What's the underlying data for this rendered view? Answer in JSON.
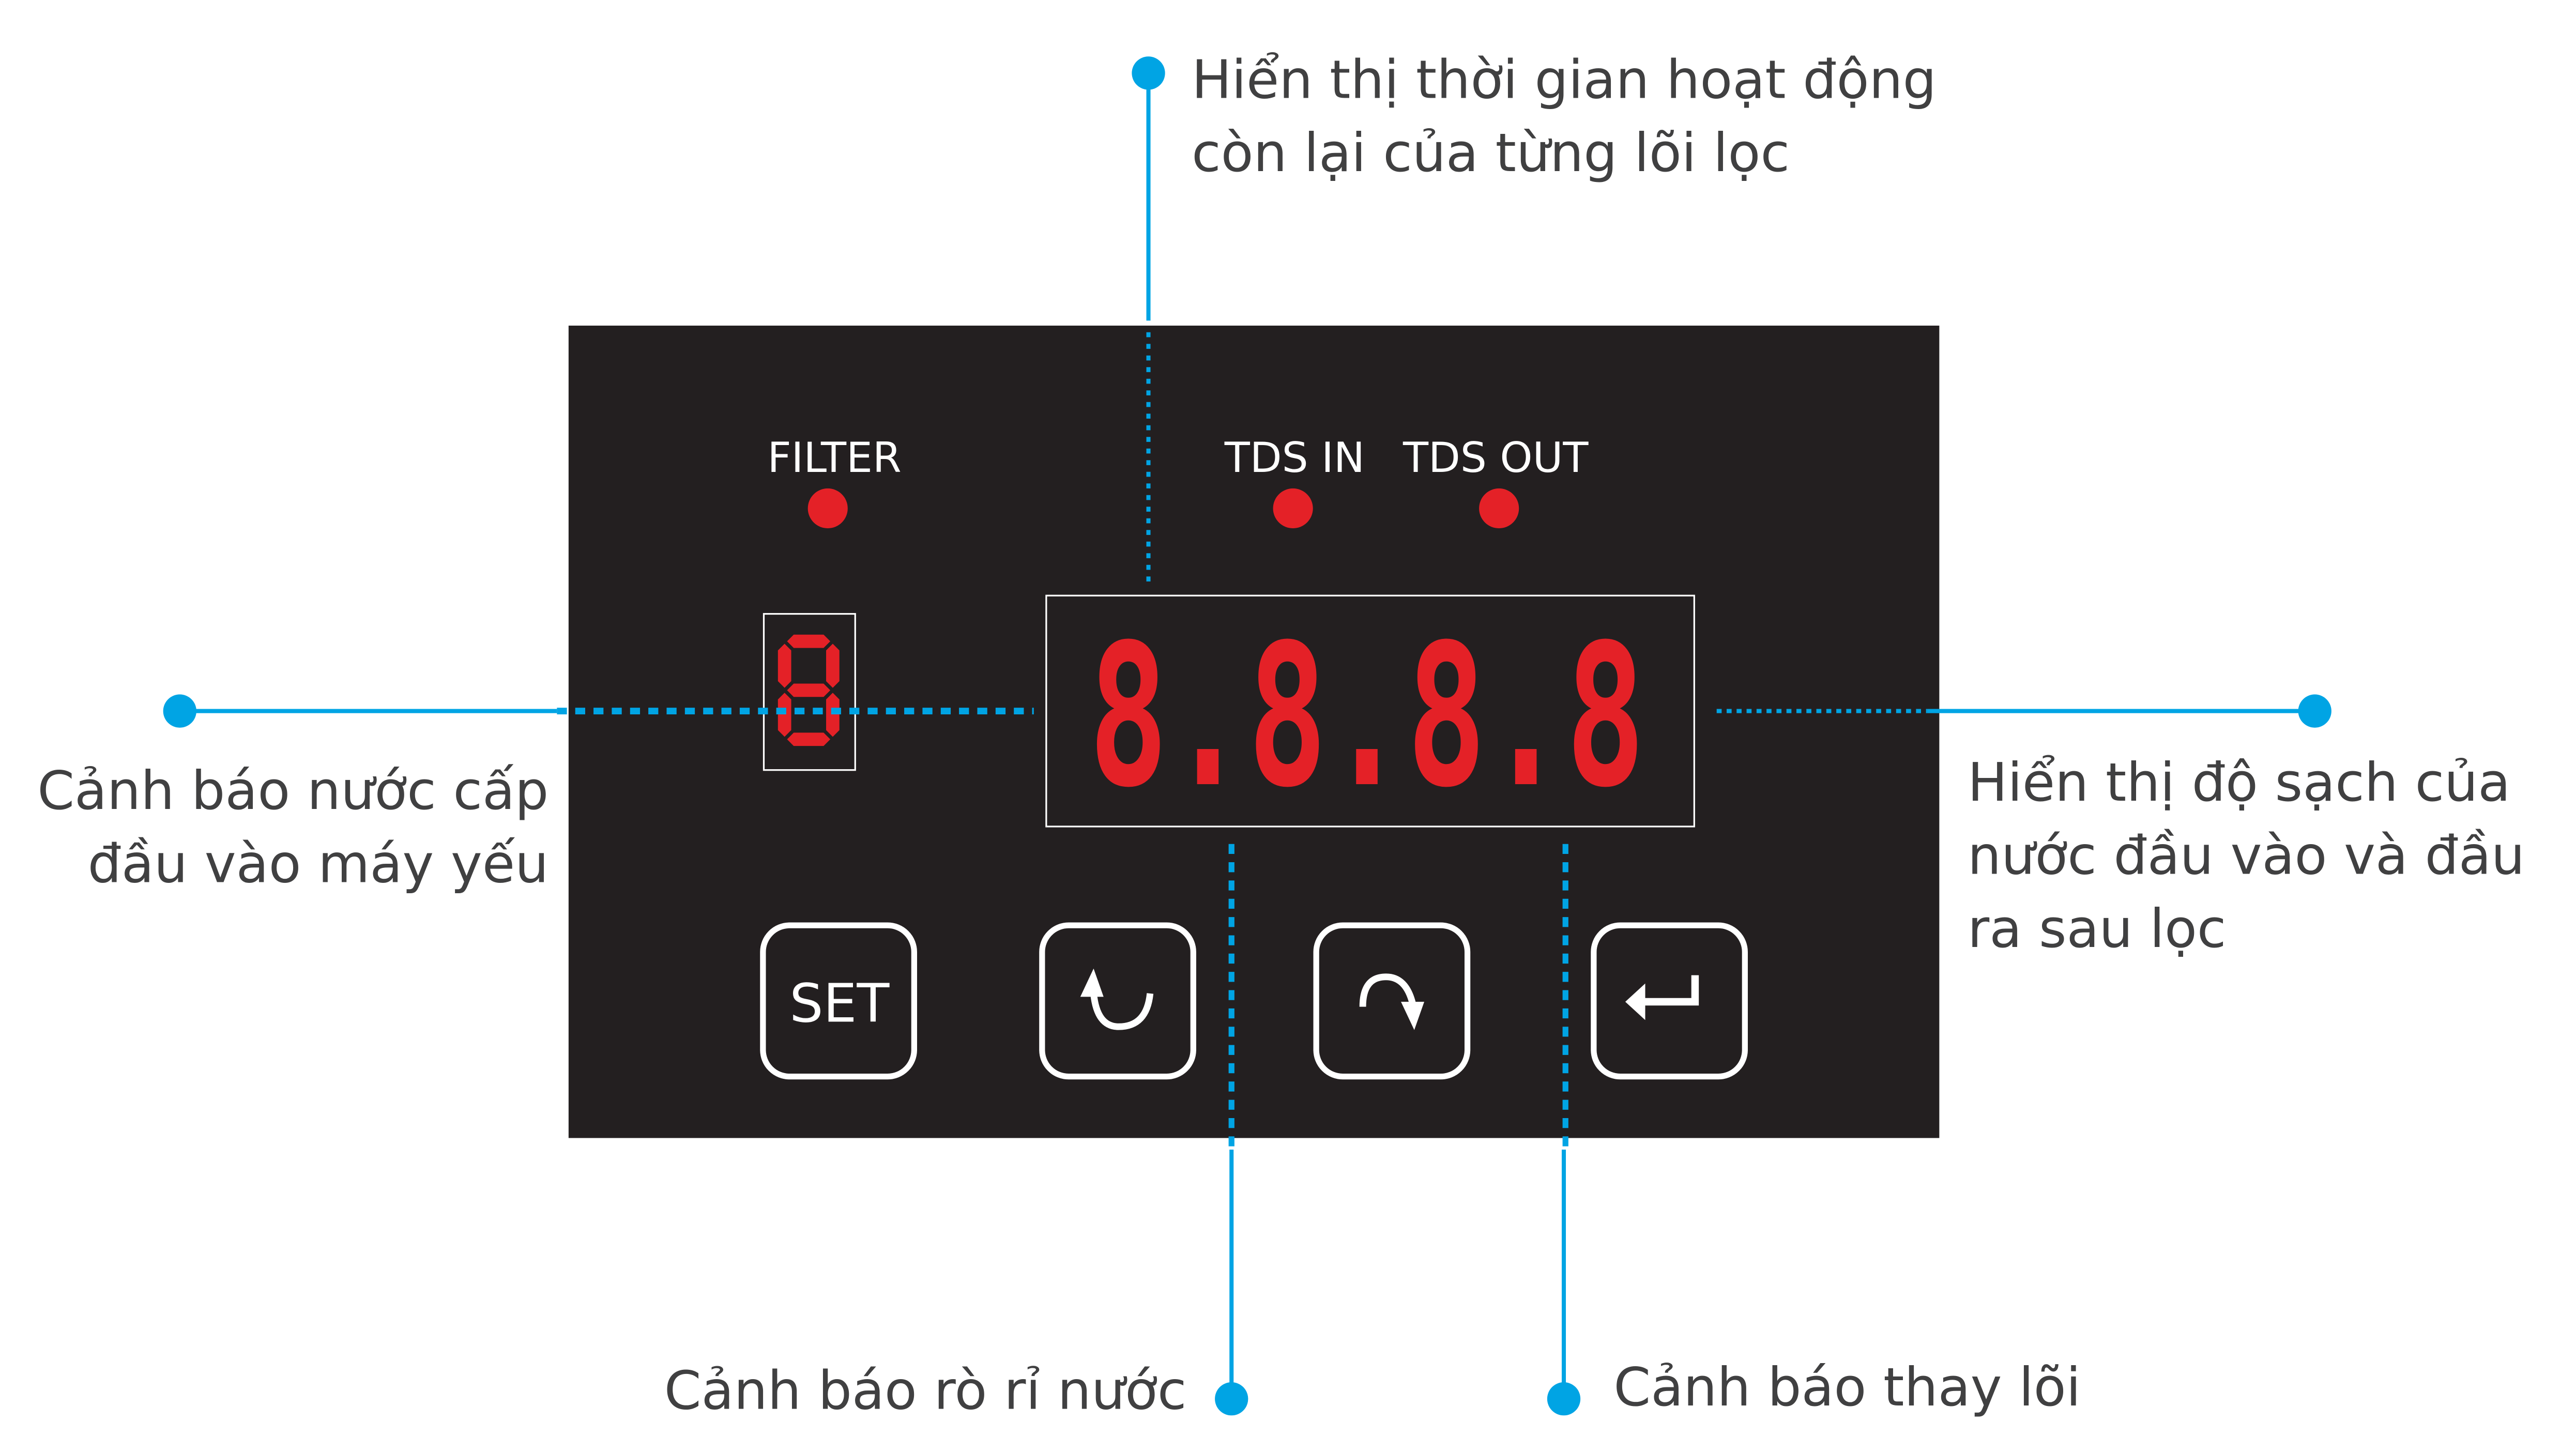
{
  "colors": {
    "panel": "#231f20",
    "led": "#e42127",
    "annotation": "#00a4e4",
    "text": "#404041"
  },
  "annotations": {
    "top": [
      "Hiển thị thời gian hoạt động",
      "còn lại của từng lõi lọc"
    ],
    "left": [
      "Cảnh báo nước cấp",
      "đầu vào máy yếu"
    ],
    "right": [
      "Hiển thị độ sạch của",
      "nước đầu vào và đầu",
      "ra sau lọc"
    ],
    "bottom_left": "Cảnh báo rò rỉ nước",
    "bottom_right": "Cảnh báo thay lõi"
  },
  "panel": {
    "indicators": [
      {
        "label": "FILTER",
        "icon": "red-led-dot"
      },
      {
        "label": "TDS IN",
        "icon": "red-led-dot"
      },
      {
        "label": "TDS OUT",
        "icon": "red-led-dot"
      }
    ],
    "small_display": "8",
    "main_display": "8.8.8.8",
    "buttons": [
      {
        "label": "SET",
        "icon": ""
      },
      {
        "label": "",
        "icon": "undo-arrow-icon"
      },
      {
        "label": "",
        "icon": "redo-arrow-icon"
      },
      {
        "label": "",
        "icon": "enter-icon"
      }
    ]
  }
}
